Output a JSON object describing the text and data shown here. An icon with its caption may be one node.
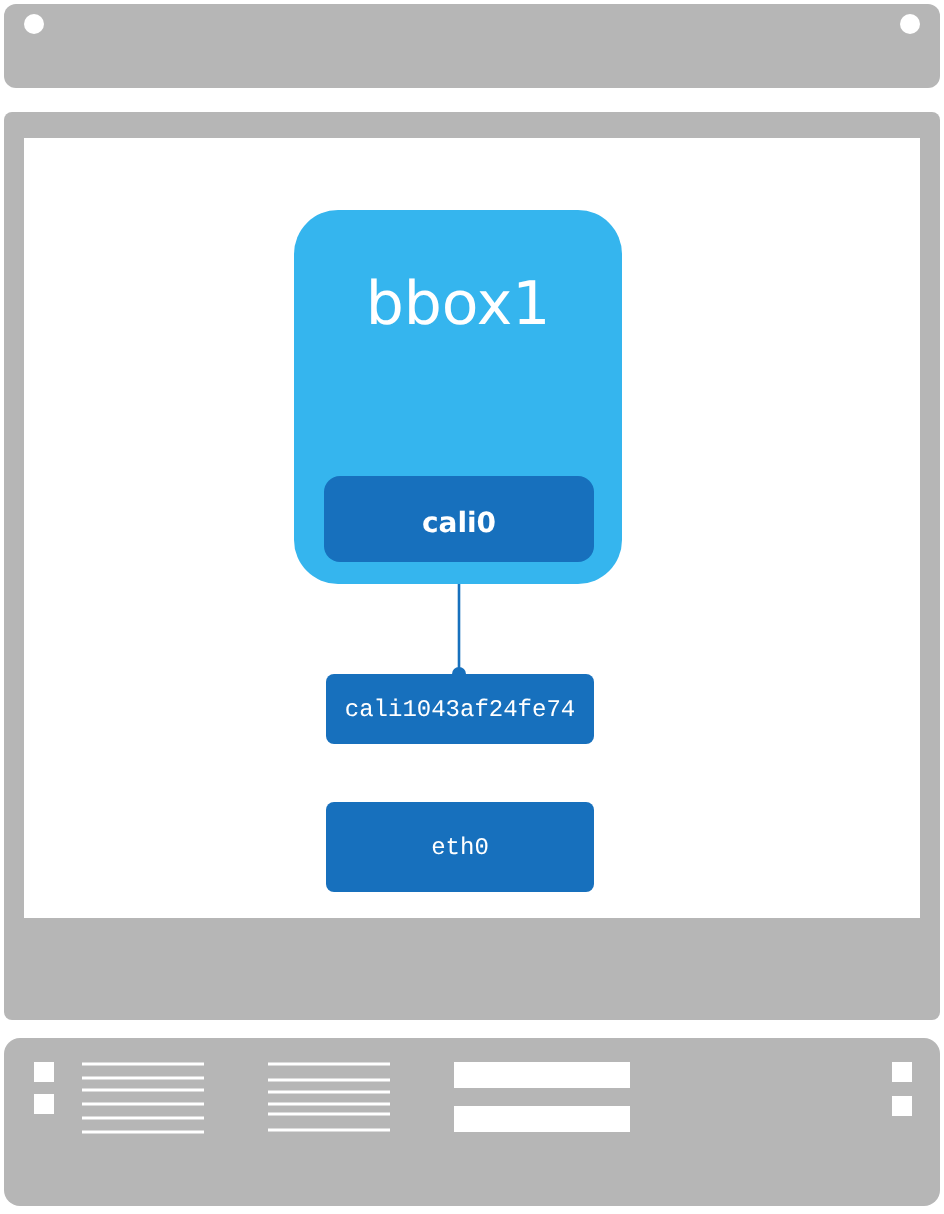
{
  "diagram": {
    "nodes": [
      {
        "text": [
          "bbox1"
        ]
      },
      {
        "text": [
          "cali0"
        ],
        "in": 0
      },
      {
        "text": [
          "cali1043af24fe74"
        ]
      },
      {
        "text": [
          "eth0"
        ]
      }
    ],
    "edges": [
      {
        "from": 1,
        "to": 2,
        "arrow": "other"
      }
    ]
  }
}
